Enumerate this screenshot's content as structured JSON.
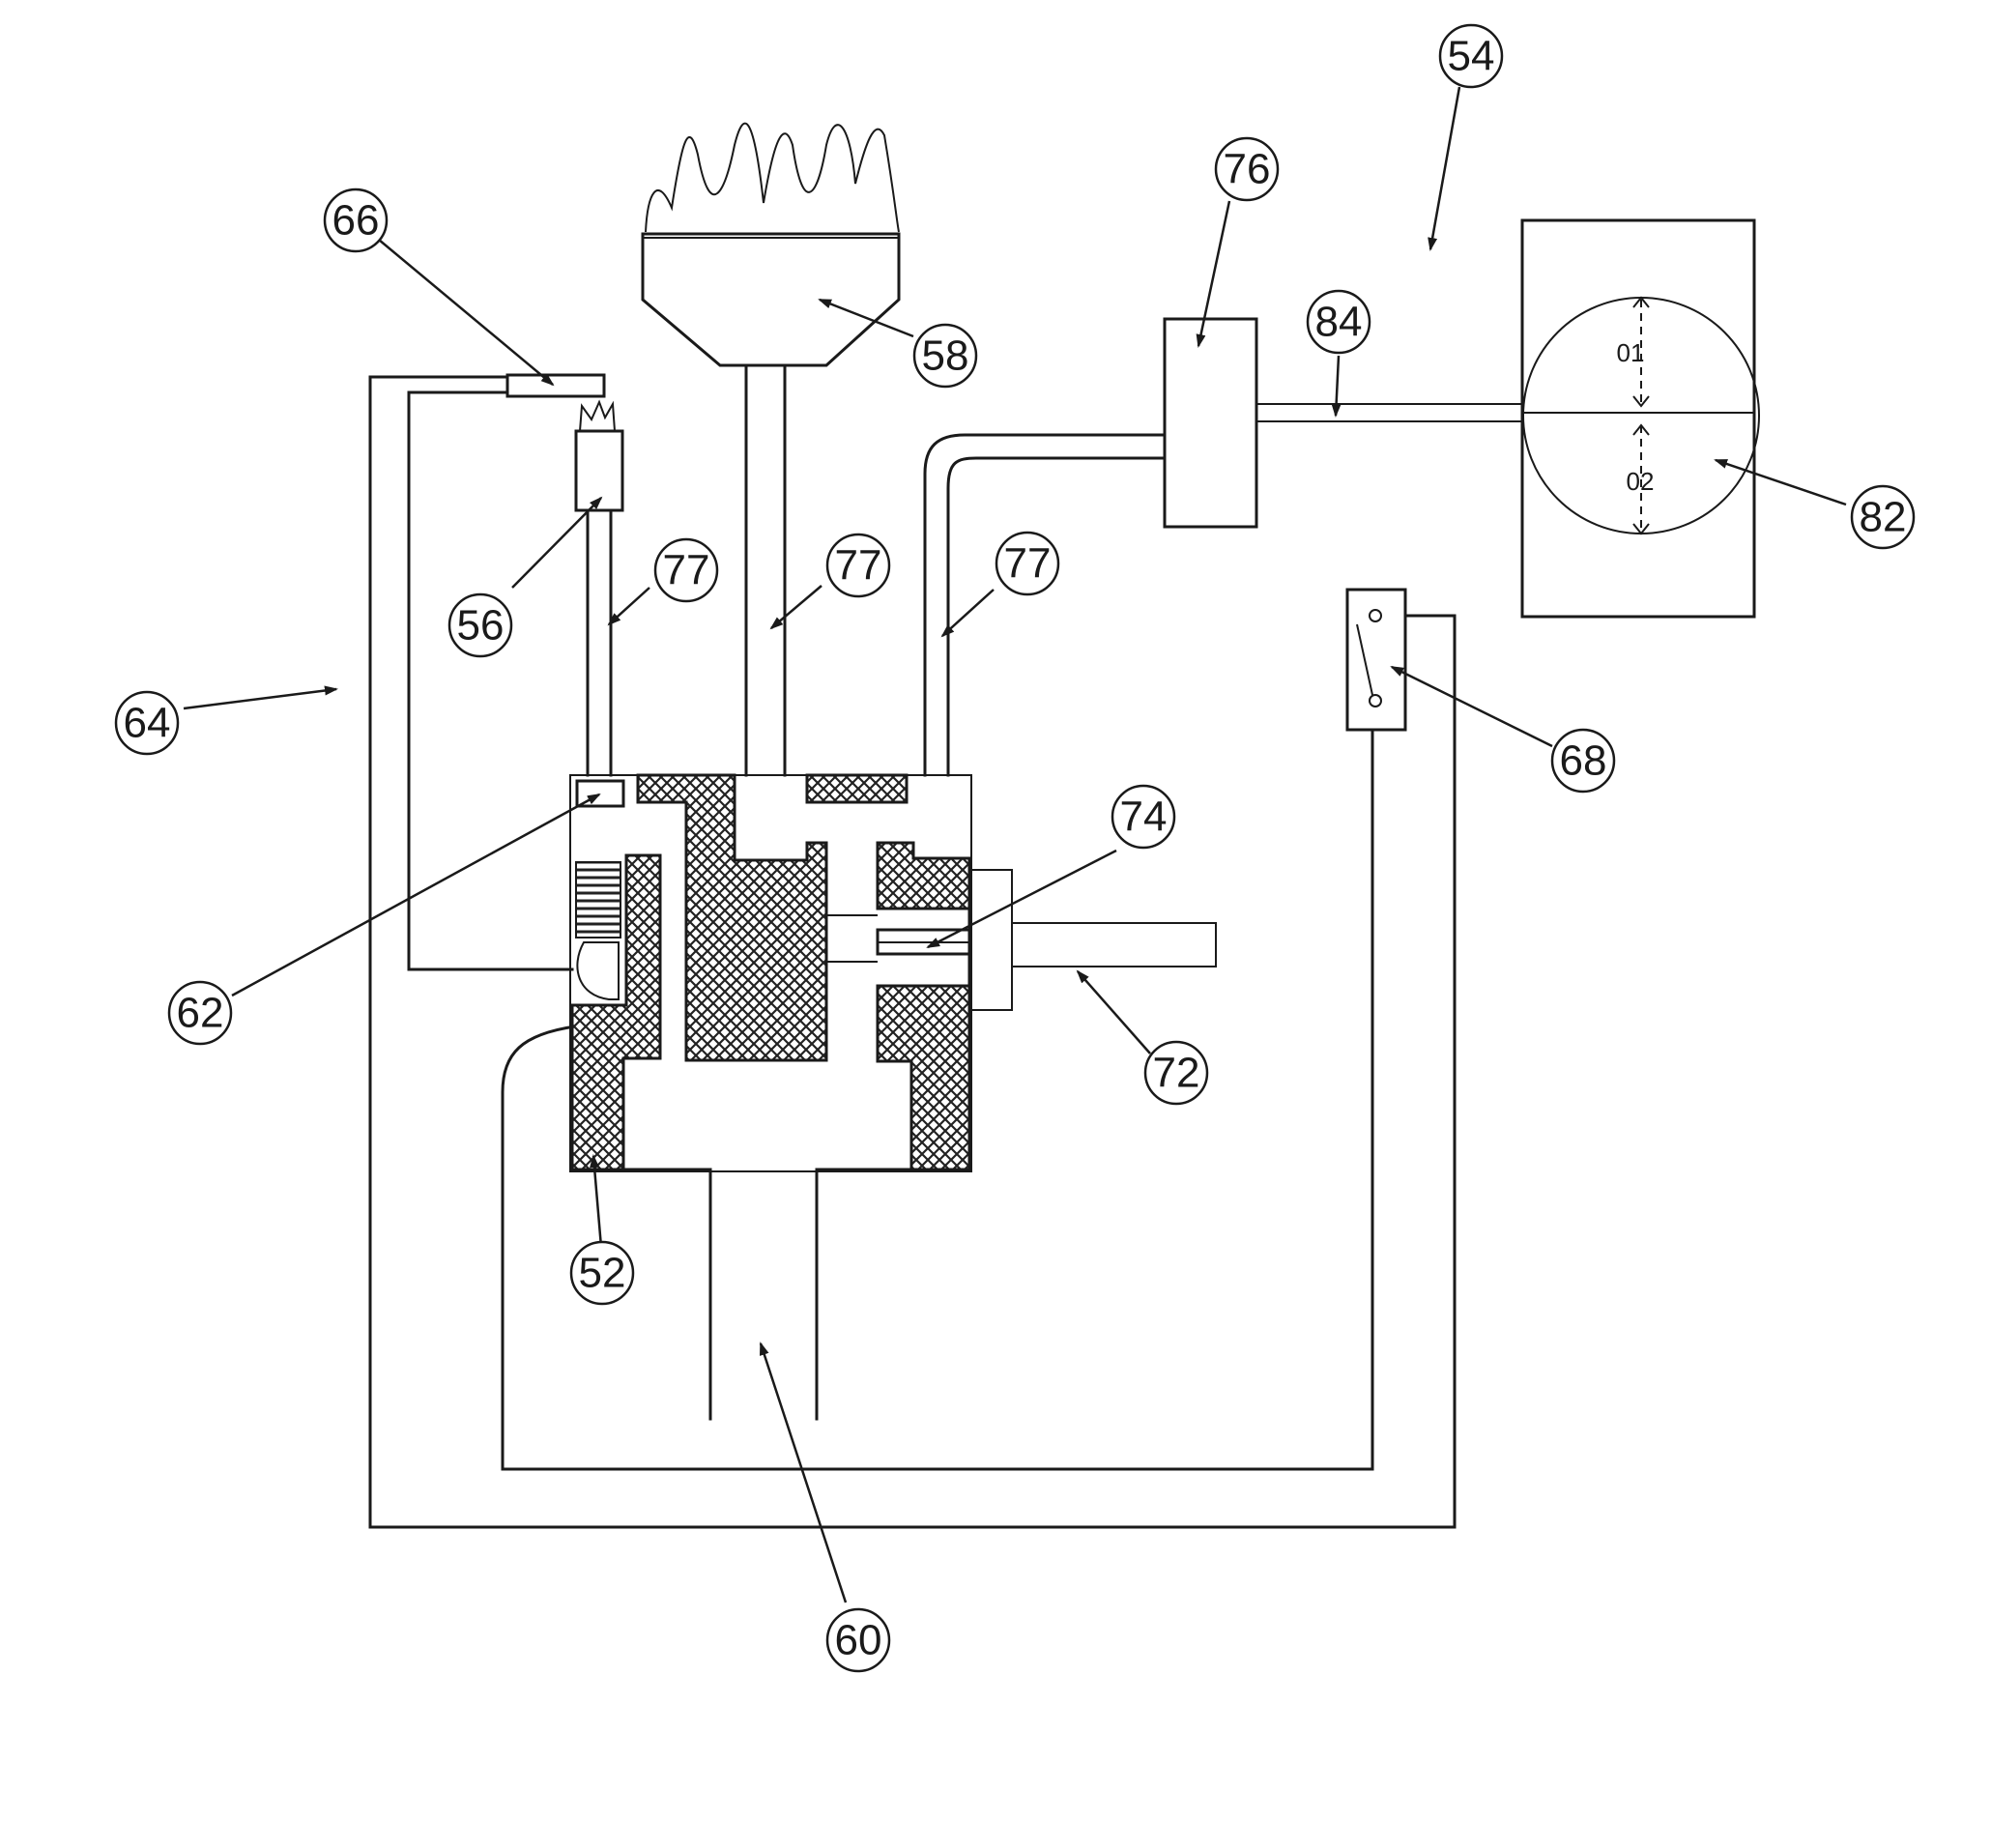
{
  "diagram": {
    "callouts": {
      "c54": "54",
      "c76": "76",
      "c66": "66",
      "c58": "58",
      "c84": "84",
      "c82": "82",
      "c56": "56",
      "c77a": "77",
      "c77b": "77",
      "c77c": "77",
      "c64": "64",
      "c68": "68",
      "c74": "74",
      "c62": "62",
      "c72": "72",
      "c52": "52",
      "c60": "60"
    },
    "dial": {
      "upper_label": "01",
      "lower_label": "02"
    }
  }
}
